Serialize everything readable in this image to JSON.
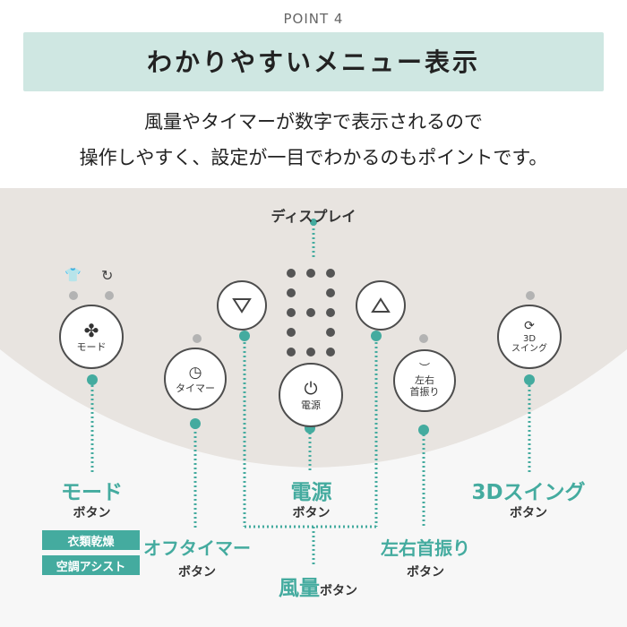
{
  "header": {
    "point": "POINT 4",
    "title": "わかりやすいメニュー表示",
    "desc_line1": "風量やタイマーが数字で表示されるので",
    "desc_line2": "操作しやすく、設定が一目でわかるのもポイントです。"
  },
  "display_label": "ディスプレイ",
  "buttons": {
    "mode": "モード",
    "timer": "タイマー",
    "power": "電源",
    "swing_line1": "左右",
    "swing_line2": "首振り",
    "d3_line1": "3D",
    "d3_line2": "スイング"
  },
  "callouts": {
    "mode_title": "モード",
    "mode_sub": "ボタン",
    "mode_tag1": "衣類乾燥",
    "mode_tag2": "空調アシスト",
    "off_timer_title": "オフタイマー",
    "off_timer_sub": "ボタン",
    "power_title": "電源",
    "power_sub": "ボタン",
    "wind_title": "風量",
    "wind_sub": "ボタン",
    "swing_title": "左右首振り",
    "swing_sub": "ボタン",
    "d3_title": "3Dスイング",
    "d3_sub": "ボタン"
  },
  "colors": {
    "accent": "#44ab9f",
    "banner": "#cfe7e2",
    "panel": "#e8e4e0"
  }
}
